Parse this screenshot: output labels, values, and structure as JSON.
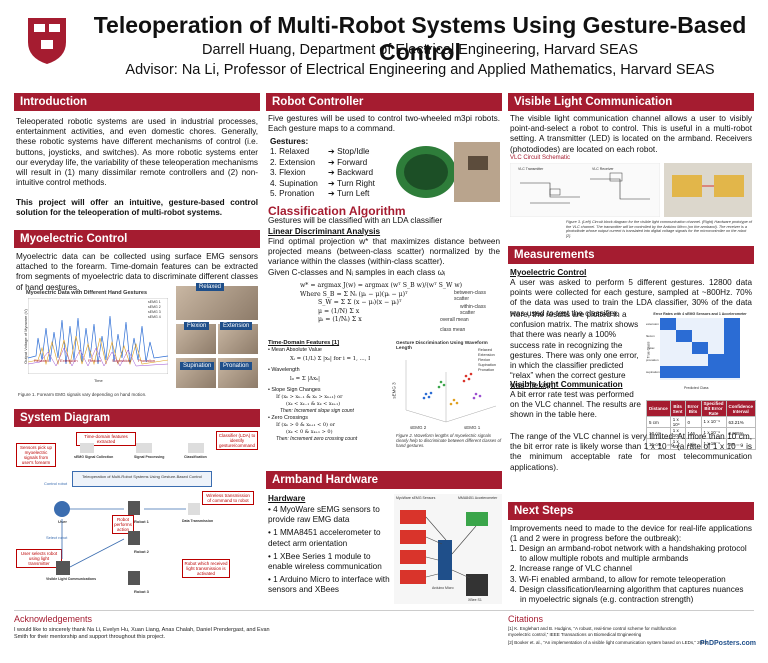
{
  "header": {
    "title": "Teleoperation of Multi-Robot Systems Using Gesture-Based Control",
    "authors": "Darrell Huang, Department of Electrical Engineering, Harvard SEAS",
    "advisor": "Advisor: Na Li, Professor of Electrical Engineering and Applied Mathematics, Harvard SEAS"
  },
  "intro": {
    "heading": "Introduction",
    "p1": "Teleoperated robotic systems are used in industrial processes, entertainment activities, and even domestic chores. Generally, these robotic systems have different mechanisms of control (i.e. buttons, joysticks, and switches). As more robotic systems enter our everyday life, the variability of these teleoperation mechanisms will result in (1) many dissimilar remote controllers and (2) non-intuitive control methods.",
    "p2": "This project will offer an intuitive, gesture-based control solution for the teleoperation of multi-robot systems."
  },
  "myo": {
    "heading": "Myoelectric Control",
    "p1": "Myoelectric data can be collected using surface EMG sensors attached to the forearm. Time-domain features can be extracted from segments of myoelectric data to discriminate different classes of hand gestures.",
    "chart_title": "Myoelectric Data with Different Hand Gestures",
    "ylabel": "Output Voltage of Myoware (V)",
    "xlabel": "Time",
    "legend": [
      "sEMG 1",
      "sEMG 2",
      "sEMG 3",
      "sEMG 4"
    ],
    "gestures": [
      "Relaxed",
      "Extension",
      "Flexion",
      "Supination",
      "Pronation"
    ],
    "photos": [
      "Relaxed",
      "Flexion",
      "Extension",
      "Supination",
      "Pronation"
    ],
    "caption": "Figure 1. Forearm EMG signals vary depending on hand motion."
  },
  "sysdiag": {
    "heading": "System Diagram",
    "labels": {
      "features": "Time-domain features extracted",
      "classifier": "Classifier (LDA) to identify gesture/command",
      "sensors": "Sensors pick up myoelectric signals from user's forearm",
      "signal": "sEMG Signal Collection",
      "processing": "Signal Processing",
      "classification": "Classification",
      "system": "Teleoperation of Multi-Robot Systems Using Gesture-Based Control",
      "wireless": "Wireless transmission of command to robot",
      "control": "Control robot",
      "user": "User",
      "robot_act": "Robot performs action",
      "robot1": "Robot 1",
      "robot2": "Robot 2",
      "robot3": "Robot 3",
      "datatx": "Data Transmission",
      "select": "Select robot",
      "vlc_user": "User selects robot using light transmitter",
      "received": "Robot which received light transmission is activated",
      "vlc": "Visible Light Communications"
    }
  },
  "robot": {
    "heading": "Robot Controller",
    "p1": "Five gestures will be used to control two-wheeled m3pi robots. Each gesture maps to a command.",
    "gest_title": "Gestures:",
    "gestures": [
      {
        "n": "1. Relaxed",
        "c": "➔ Stop/Idle"
      },
      {
        "n": "2. Extension",
        "c": "➔ Forward"
      },
      {
        "n": "3. Flexion",
        "c": "➔ Backward"
      },
      {
        "n": "4. Supination",
        "c": "➔ Turn Right"
      },
      {
        "n": "5. Pronation",
        "c": "➔ Turn Left"
      }
    ]
  },
  "classif": {
    "heading": "Classification Algorithm",
    "p1": "Gestures will be classified with an LDA classifier",
    "lda": "Linear Discriminant Analysis",
    "p2": "Find optimal projection w* that maximizes distance between projected means (between-class scatter) normalized by the variance within the classes (within-class scatter).",
    "p3": "Given C-classes and Nᵢ samples in each class ωᵢ",
    "eq1": "w* = argmax J(w) = argmax (wᵀ S_B w)/(wᵀ S_W w)",
    "eq2": "Where S_B = Σ Nᵢ (μᵢ − μ)(μᵢ − μ)ᵀ",
    "eq3": "S_W = Σ Σ (x − μᵢ)(x − μᵢ)ᵀ",
    "eq4": "μ = (1/N) Σ x",
    "eq5": "μᵢ = (1/Nᵢ) Σ x",
    "ann_between": "between-class scatter",
    "ann_within": "within-class scatter",
    "ann_mean": "overall mean",
    "ann_cmean": "class mean",
    "tdf": "Time-Domain Features [1]",
    "mav": "• Mean Absolute Value",
    "mav_eq": "Xᵢ = (1/L) Σ |xₖ| for i = 1, ..., I",
    "wl": "• Wavelength",
    "wl_eq": "l₀ = Σ |Δxₖ|",
    "ssc": "• Slope Sign Changes",
    "ssc_eq1": "If (xₖ > xₖ₋₁ & xₖ > xₖ₊₁) or",
    "ssc_eq2": "(xₖ < xₖ₋₁ & xₖ < xₖ₊₁)",
    "ssc_eq3": "Then: Increment slope sign count",
    "zc": "• Zero Crossings",
    "zc_eq1": "If (xₖ > 0 & xₖ₊₁ < 0) or",
    "zc_eq2": "(xₖ < 0 & xₖ₊₁ > 0)",
    "zc_eq3": "Then: Increment zero crossing count",
    "scatter_title": "Gesture Discrimination Using Waveform Length",
    "scatter_x": "sEMG 1",
    "scatter_y": "sEMG 2",
    "scatter_z": "sEMG 3",
    "legend": [
      "Relaxed",
      "Extension",
      "Flexion",
      "Supination",
      "Pronation"
    ],
    "caption": "Figure 2. Waveform lengths of myoelectric signals clearly help to discriminate between different classes of hand gestures."
  },
  "armband": {
    "heading": "Armband Hardware",
    "hw": "Hardware",
    "items": [
      "• 4 MyoWare sEMG sensors to provide raw EMG data",
      "• 1 MMA8451 accelerometer to detect arm orientation",
      "• 1 XBee Series 1 module to enable wireless communication",
      "• 1 Arduino Micro to interface with sensors and XBees"
    ],
    "fig_labels": [
      "MyoWare sEMG Sensors",
      "MMA8451 Accelerometer",
      "Arduino Micro",
      "XBee S1"
    ]
  },
  "vlc": {
    "heading": "Visible Light Communication",
    "p1": "The visible light communication channel allows a user to visibly point-and-select a robot to control. This is useful in a multi-robot setting. A transmitter (LED) is located on the armband. Receivers (photodiodes) are located on each robot.",
    "schem": "VLC Circuit Schematic",
    "tx": "VLC Transmitter",
    "rx": "VLC Receiver",
    "caption": "Figure 3. (Left) Circuit block diagram for the visible light communication channel. (Right) Hardware prototype of the VLC channel. The transmitter will be controlled by the Arduino Micro (on the armband). The receiver is a photodiode whose output current is translated into digital voltage signals for the microcontroller on the robot [2]."
  },
  "meas": {
    "heading": "Measurements",
    "myo": "Myoelectric Control",
    "p1": "A user was asked to perform 5 different gestures. 12800 data points were collected for each gesture, sampled at ~800Hz. 70% of the data was used to train the LDA classifier, 30% of the data was used to test the classifier.",
    "p2": "Here, the results are plotted in a confusion matrix. The matrix shows that there was nearly a 100% success rate in recognizing the gestures. There was only one error, in which the classifier predicted “relax” when the correct gesture was “flexion.”",
    "cm_title": "Error Rates with 4 sEMG Sensors and 1 Accelerometer",
    "cm_x": "Predicted Class",
    "cm_y": "True Class",
    "cm_labels": [
      "extension",
      "flexion",
      "relax",
      "pronation",
      "supination"
    ],
    "vlc": "Visible Light Communication",
    "p3": "A bit error rate test was performed on the VLC channel. The results are shown in the table here.",
    "p4": "The range of the VLC channel is very limited. At more than 10 cm, the bit error rate is likely worse than 1 x 10⁻⁹ (a rate of 1 x 10⁻⁹ is the minimum acceptable rate for most telecommunication applications).",
    "table_head": [
      "Distance",
      "Bits Sent",
      "Error Bits",
      "Specified Bit Error Rate",
      "Confidence Interval"
    ],
    "table_rows": [
      [
        "5 cm",
        "1 x 10⁹",
        "0",
        "1 x 10⁻⁹",
        "63.21%"
      ],
      [
        "10 cm",
        "1 x 10⁹",
        "146",
        "1 x 10⁻⁹",
        "0.065%"
      ],
      [
        "15 cm",
        "1 x 10⁹",
        "18k",
        "1 x 10⁻⁹",
        "0%"
      ]
    ]
  },
  "next": {
    "heading": "Next Steps",
    "p1": "Improvements need to made to the device for real-life applications (1 and 2 were in progress before the outbreak):",
    "items": [
      "1. Design an armband-robot network with a handshaking protocol to allow multiple robots and multiple armbands",
      "2. Increase range of VLC channel",
      "3. Wi-Fi enabled armband, to allow for remote teleoperation",
      "4. Design classification/learning algorithm that captures nuances in myoelectric signals (e.g. contraction strength)"
    ]
  },
  "footer": {
    "ack_h": "Acknowledgements",
    "ack": "I would like to sincerely thank Na Li, Evelyn Hu, Xuan Liang, Anas Chalah, Daniel Prendergast, and Evan Smith for their mentorship and support throughout this project.",
    "cit_h": "Citations",
    "cit1": "[1] K. Englehart and B. Hudgins, “A robust, real-time control scheme for multifunction myoelectric control,” IEEE Transactions on Biomedical Engineering",
    "cit2": "[2] Booker et. al., “An implementation of a visible light communication system based on LEDs,” 2015",
    "brand": "PhDPosters.com"
  },
  "colors": {
    "accent": "#a51c30",
    "blue": "#1f4f8a"
  }
}
